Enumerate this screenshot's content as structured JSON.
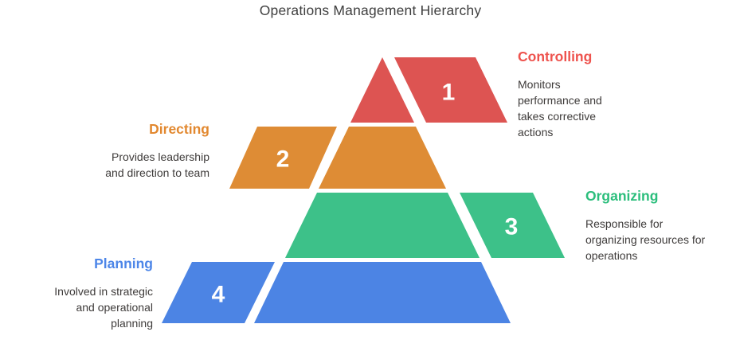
{
  "title": "Operations Management Hierarchy",
  "title_color": "#3f3f3f",
  "background_color": "#ffffff",
  "body_text_color": "#3e3b3a",
  "number_text_color": "#ffffff",
  "levels": [
    {
      "number": "1",
      "name": "Controlling",
      "description": "Monitors performance and takes corrective actions",
      "fill": "#dd5452",
      "label_color": "#ee534e",
      "tab_side": "right"
    },
    {
      "number": "2",
      "name": "Directing",
      "description": "Provides leadership and direction to team",
      "fill": "#de8c35",
      "label_color": "#e2882f",
      "tab_side": "left"
    },
    {
      "number": "3",
      "name": "Organizing",
      "description": "Responsible for organizing resources for operations",
      "fill": "#3dc189",
      "label_color": "#2bbe7c",
      "tab_side": "right"
    },
    {
      "number": "4",
      "name": "Planning",
      "description": "Involved in strategic and operational planning",
      "fill": "#4c84e4",
      "label_color": "#4d86e8",
      "tab_side": "left"
    }
  ]
}
